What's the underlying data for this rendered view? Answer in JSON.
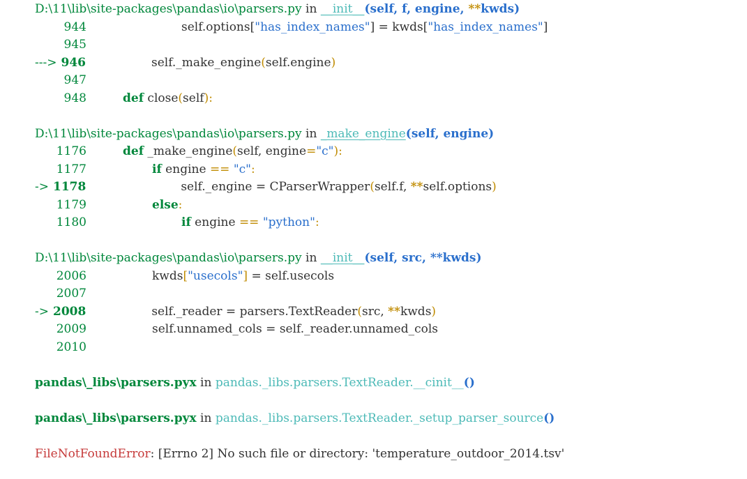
{
  "frames": [
    {
      "path": "D:\\11\\lib\\site-packages\\pandas\\io\\parsers.py",
      "in_word": "in",
      "func": "__init__",
      "args": [
        "self, f, engine, ",
        "**",
        "kwds)"
      ],
      "lines": {
        "n944": "944",
        "n945": "945",
        "n946": "946",
        "n947": "947",
        "n948": "948",
        "arrow": "--->",
        "c944_a": "self.options[",
        "c944_q1": "\"has_index_names\"",
        "c944_b": "] = kwds[",
        "c944_q2": "\"has_index_names\"",
        "c944_c": "]",
        "c946_a": "self._make_engine",
        "c946_p1": "(",
        "c946_b": "self.engine",
        "c946_p2": ")",
        "c948_def": "def",
        "c948_a": " close",
        "c948_p1": "(",
        "c948_b": "self",
        "c948_p2": "):"
      }
    },
    {
      "path": "D:\\11\\lib\\site-packages\\pandas\\io\\parsers.py",
      "in_word": "in",
      "func": "_make_engine",
      "args": "(self, engine)",
      "lines": {
        "n1176": "1176",
        "n1177": "1177",
        "n1178": "1178",
        "n1179": "1179",
        "n1180": "1180",
        "arrow": "->",
        "c1176_def": "def",
        "c1176_a": " _make_engine",
        "c1176_p1": "(",
        "c1176_b": "self, engine",
        "c1176_eq": "=",
        "c1176_s": "\"c\"",
        "c1176_p2": "):",
        "c1177_if": "if",
        "c1177_a": " engine ",
        "c1177_eq": "==",
        "c1177_s": " \"c\"",
        "c1177_c": ":",
        "c1178_a": "self._engine = CParserWrapper",
        "c1178_p1": "(",
        "c1178_b": "self.f, ",
        "c1178_st": "**",
        "c1178_c": "self.options",
        "c1178_p2": ")",
        "c1179_else": "else",
        "c1179_c": ":",
        "c1180_if": "if",
        "c1180_a": " engine ",
        "c1180_eq": "==",
        "c1180_s": " \"python\"",
        "c1180_c": ":"
      }
    },
    {
      "path": "D:\\11\\lib\\site-packages\\pandas\\io\\parsers.py",
      "in_word": "in",
      "func": "__init__",
      "args": "(self, src, **kwds)",
      "lines": {
        "n2006": "2006",
        "n2007": "2007",
        "n2008": "2008",
        "n2009": "2009",
        "n2010": "2010",
        "arrow": "->",
        "c2006_a": "kwds",
        "c2006_p1": "[",
        "c2006_s": "\"usecols\"",
        "c2006_p2": "]",
        "c2006_b": " = self.usecols",
        "c2008_a": "self._reader = parsers.TextReader",
        "c2008_p1": "(",
        "c2008_b": "src, ",
        "c2008_st": "**",
        "c2008_c": "kwds",
        "c2008_p2": ")",
        "c2009_a": "self.unnamed_cols = self._reader.unnamed_cols"
      }
    },
    {
      "path": "pandas\\_libs\\parsers.pyx",
      "in_word": "in",
      "func": "pandas._libs.parsers.TextReader.__cinit__",
      "args": "()"
    },
    {
      "path": "pandas\\_libs\\parsers.pyx",
      "in_word": "in",
      "func": "pandas._libs.parsers.TextReader._setup_parser_source",
      "args": "()"
    }
  ],
  "error": {
    "type": "FileNotFoundError",
    "sep": ":",
    "message": " [Errno 2] No such file or directory: 'temperature_outdoor_2014.tsv'"
  },
  "colors": {
    "green": "#00873b",
    "gold": "#c08b00",
    "blue": "#2a6fcc",
    "cyan": "#4dbab7",
    "red": "#c63a3a"
  }
}
